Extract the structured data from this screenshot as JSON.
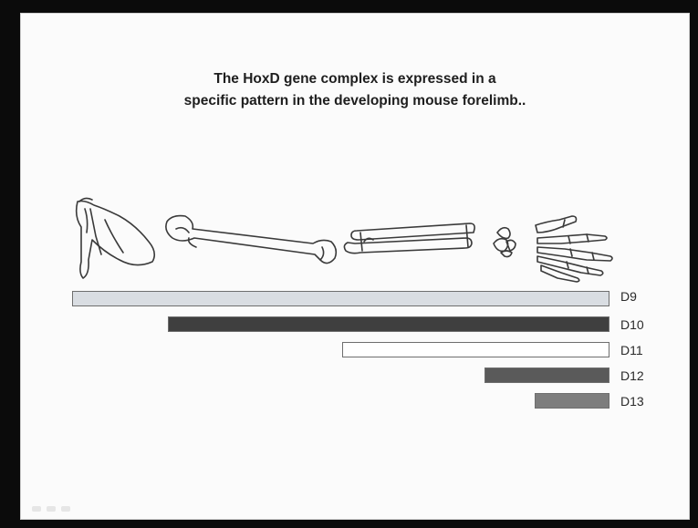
{
  "slide": {
    "title_lines": [
      "The HoxD gene complex is expressed in a",
      "specific pattern in the developing mouse forelimb.."
    ]
  },
  "diagram": {
    "bone_icons": [
      "scapula-icon",
      "humerus-icon",
      "radius-ulna-icon",
      "carpal-icon",
      "digits-icon"
    ],
    "expression_bars": [
      {
        "label": "D9",
        "start": 0.0,
        "end": 1.0,
        "color": "#d9dde2"
      },
      {
        "label": "D10",
        "start": 0.179,
        "end": 1.0,
        "color": "#3f3f3f"
      },
      {
        "label": "D11",
        "start": 0.503,
        "end": 1.0,
        "color": "#ffffff"
      },
      {
        "label": "D12",
        "start": 0.767,
        "end": 1.0,
        "color": "#5a5a5a"
      },
      {
        "label": "D13",
        "start": 0.861,
        "end": 1.0,
        "color": "#7d7d7d"
      }
    ]
  }
}
